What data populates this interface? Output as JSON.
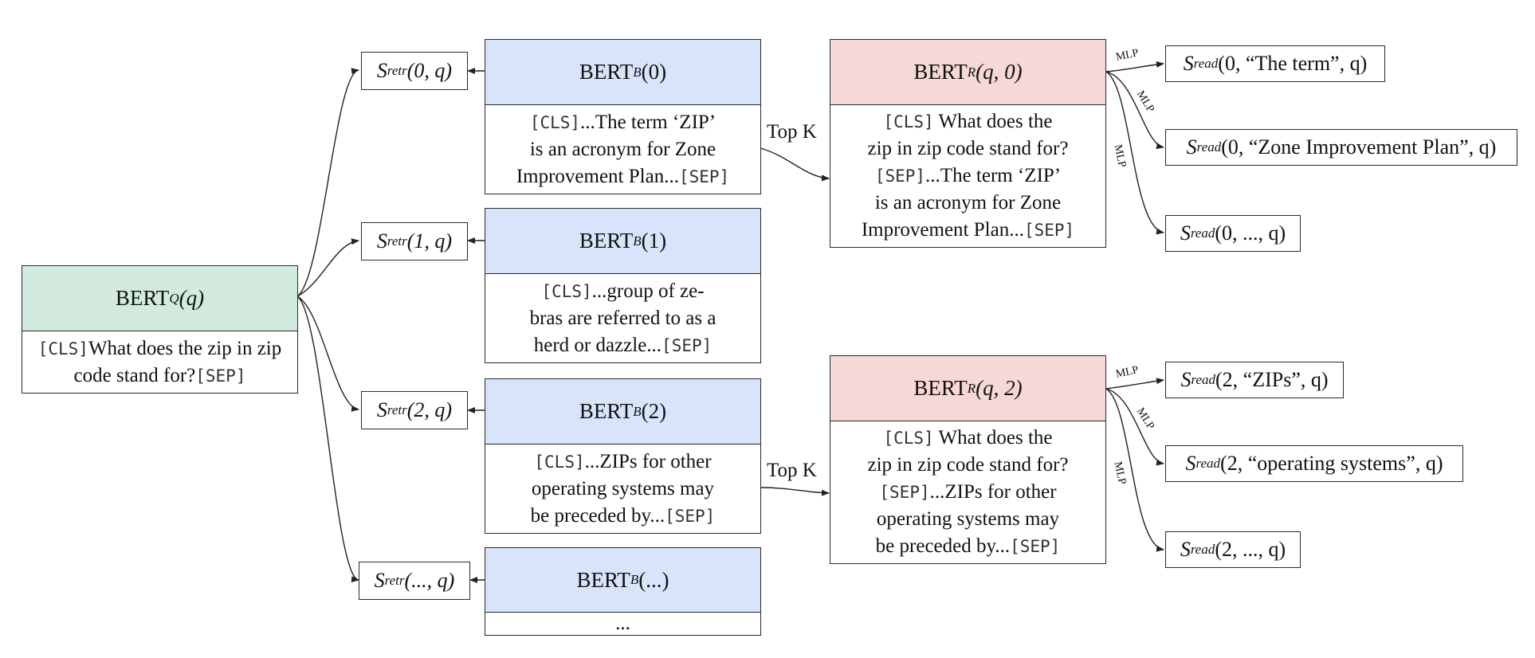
{
  "query": {
    "encoder_label": "BERT",
    "encoder_sub": "Q",
    "encoder_arg": "(q)",
    "cls": "[CLS]",
    "text": "What does the zip in zip code stand for?",
    "sep": "[SEP]"
  },
  "retrieval_scores": [
    {
      "symbol": "S",
      "sub": "retr",
      "args": "(0, q)"
    },
    {
      "symbol": "S",
      "sub": "retr",
      "args": "(1, q)"
    },
    {
      "symbol": "S",
      "sub": "retr",
      "args": "(2, q)"
    },
    {
      "symbol": "S",
      "sub": "retr",
      "args": "(..., q)"
    }
  ],
  "blocks": [
    {
      "label": "BERT",
      "sub": "B",
      "arg": "(0)",
      "cls": "[CLS]",
      "text_lines": [
        "...The term ‘ZIP’",
        "is an acronym for Zone",
        "Improvement Plan..."
      ],
      "sep": "[SEP]"
    },
    {
      "label": "BERT",
      "sub": "B",
      "arg": "(1)",
      "cls": "[CLS]",
      "text_lines": [
        "...group of ze-",
        "bras are referred to as a",
        "herd or dazzle..."
      ],
      "sep": "[SEP]"
    },
    {
      "label": "BERT",
      "sub": "B",
      "arg": "(2)",
      "cls": "[CLS]",
      "text_lines": [
        "...ZIPs for other",
        "operating systems may",
        "be preceded by..."
      ],
      "sep": "[SEP]"
    },
    {
      "label": "BERT",
      "sub": "B",
      "arg": "(...)",
      "ellipsis": "..."
    }
  ],
  "topk_label": "Top K",
  "readers": [
    {
      "label": "BERT",
      "sub": "R",
      "arg": "(q, 0)",
      "cls": "[CLS]",
      "q_lines": [
        "What does the",
        "zip in zip code stand for?"
      ],
      "sep": "[SEP]",
      "p_lines": [
        "...The term ‘ZIP’",
        "is an acronym for Zone",
        "Improvement Plan..."
      ],
      "sep2": "[SEP]"
    },
    {
      "label": "BERT",
      "sub": "R",
      "arg": "(q, 2)",
      "cls": "[CLS]",
      "q_lines": [
        "What does the",
        "zip in zip code stand for?"
      ],
      "sep": "[SEP]",
      "p_lines": [
        "...ZIPs for other",
        "operating systems may",
        "be preceded by..."
      ],
      "sep2": "[SEP]"
    }
  ],
  "mlp_label": "MLP",
  "read_scores": [
    {
      "symbol": "S",
      "sub": "read",
      "args": "(0, “The term”, q)"
    },
    {
      "symbol": "S",
      "sub": "read",
      "args": "(0, “Zone Improvement Plan”, q)"
    },
    {
      "symbol": "S",
      "sub": "read",
      "args": "(0, ..., q)"
    },
    {
      "symbol": "S",
      "sub": "read",
      "args": "(2, “ZIPs”, q)"
    },
    {
      "symbol": "S",
      "sub": "read",
      "args": "(2, “operating systems”, q)"
    },
    {
      "symbol": "S",
      "sub": "read",
      "args": "(2, ..., q)"
    }
  ],
  "colors": {
    "query": "#d2ebde",
    "block": "#d8e4fa",
    "reader": "#f6d8d6"
  }
}
